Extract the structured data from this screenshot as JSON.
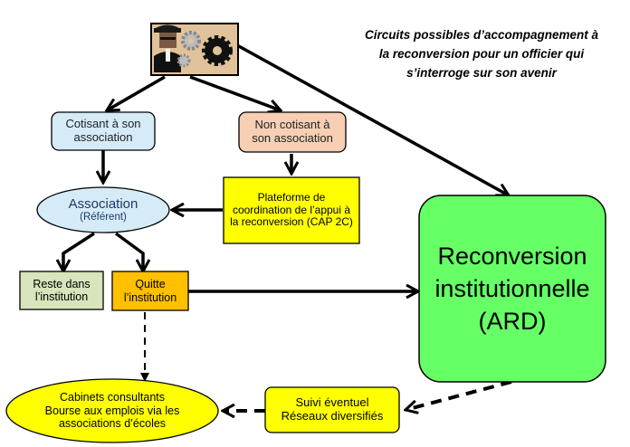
{
  "title": "Circuits possibles d’accompagnement à la reconversion  pour un officier qui s’interroge sur son avenir",
  "colors": {
    "cotisant": "#d5ebf8",
    "non_cotisant": "#f6cfb4",
    "association": "#d5ebf8",
    "cap2c": "#ffff00",
    "reste": "#d8e4bc",
    "quitte": "#ffc000",
    "ard": "#66ff66",
    "suivi": "#ffff00",
    "cabinets": "#ffff00"
  },
  "icon": "officer-with-gears-icon",
  "nodes": {
    "cotisant": [
      "Cotisant à son",
      "association"
    ],
    "non_cotisant": [
      "Non cotisant à",
      "son association"
    ],
    "association": {
      "title": "Association",
      "sub": "(Référent)"
    },
    "cap2c": [
      "Plateforme de",
      "coordination de l’appui à",
      "la reconversion (CAP 2C)"
    ],
    "reste": [
      "Reste dans",
      "l’institution"
    ],
    "quitte": [
      "Quitte",
      "l’institution"
    ],
    "ard": [
      "Reconversion",
      "institutionnelle",
      "(ARD)"
    ],
    "suivi": [
      "Suivi  éventuel",
      "Réseaux diversifiés"
    ],
    "cabinets": [
      "Cabinets consultants",
      "Bourse aux emplois via les",
      "associations d’écoles"
    ]
  }
}
